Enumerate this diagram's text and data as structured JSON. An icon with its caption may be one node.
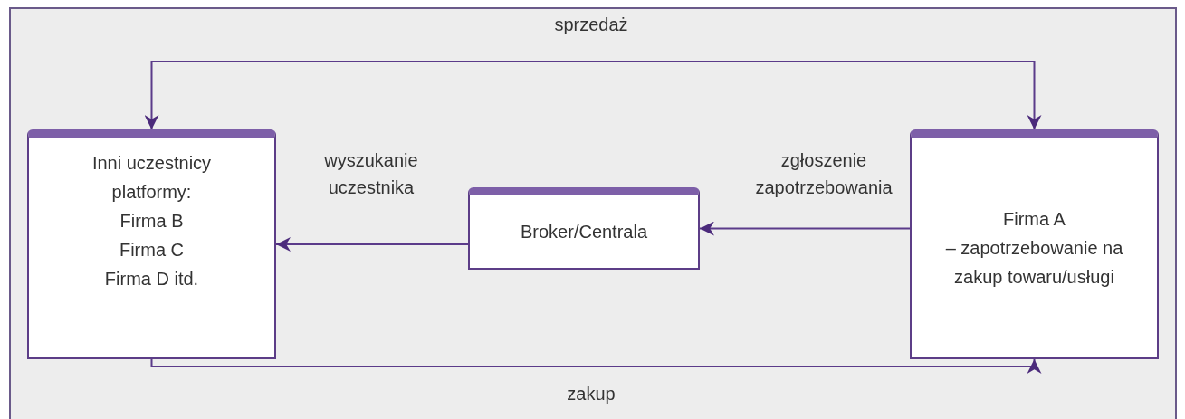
{
  "diagram": {
    "nodes": [
      {
        "text": [
          "Inni uczestnicy platformy:",
          "Firma B",
          "Firma C",
          "Firma D itd."
        ]
      },
      {
        "text": [
          "Broker/Centrala"
        ]
      },
      {
        "text": [
          "Firma A",
          "– zapotrzebowanie na zakup towaru/usługi"
        ]
      }
    ],
    "edges": [
      {
        "from": 0,
        "to": 2,
        "arrow": "both",
        "label": "sprzedaż"
      },
      {
        "from": 0,
        "to": 2,
        "arrow": "to",
        "label": "zakup"
      },
      {
        "from": 2,
        "to": 1,
        "arrow": "to",
        "label": "zgłoszenie zapotrzebowania"
      },
      {
        "from": 1,
        "to": 0,
        "arrow": "to",
        "label": "wyszukanie uczestnika"
      }
    ]
  }
}
